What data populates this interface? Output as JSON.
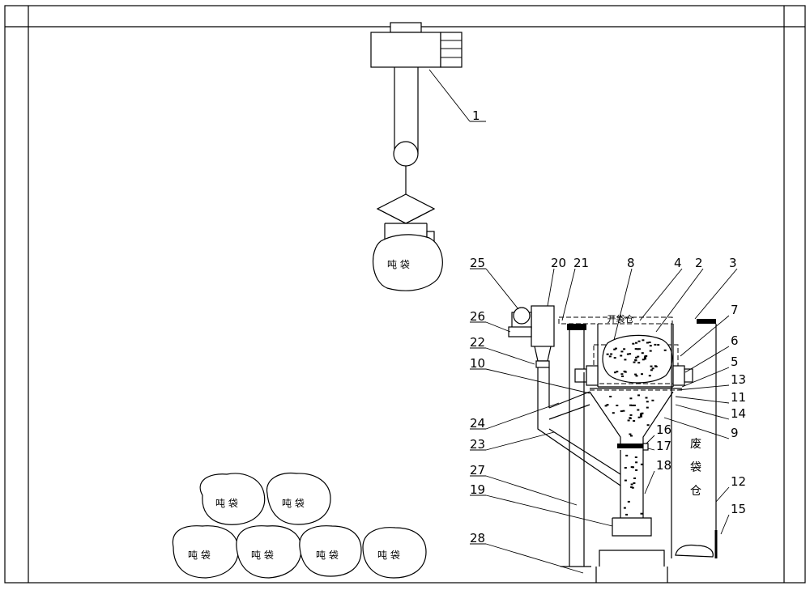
{
  "bag_label": "吨 袋",
  "chamber_label": "开袋仓",
  "waste_bin_label": [
    "废",
    "袋",
    "仓"
  ],
  "callouts": [
    {
      "id": "1",
      "text": "1"
    },
    {
      "id": "2",
      "text": "2"
    },
    {
      "id": "3",
      "text": "3"
    },
    {
      "id": "4",
      "text": "4"
    },
    {
      "id": "5",
      "text": "5"
    },
    {
      "id": "6",
      "text": "6"
    },
    {
      "id": "7",
      "text": "7"
    },
    {
      "id": "8",
      "text": "8"
    },
    {
      "id": "9",
      "text": "9"
    },
    {
      "id": "10",
      "text": "10"
    },
    {
      "id": "11",
      "text": "11"
    },
    {
      "id": "12",
      "text": "12"
    },
    {
      "id": "13",
      "text": "13"
    },
    {
      "id": "14",
      "text": "14"
    },
    {
      "id": "15",
      "text": "15"
    },
    {
      "id": "16",
      "text": "16"
    },
    {
      "id": "17",
      "text": "17"
    },
    {
      "id": "18",
      "text": "18"
    },
    {
      "id": "19",
      "text": "19"
    },
    {
      "id": "20",
      "text": "20"
    },
    {
      "id": "21",
      "text": "21"
    },
    {
      "id": "22",
      "text": "22"
    },
    {
      "id": "23",
      "text": "23"
    },
    {
      "id": "24",
      "text": "24"
    },
    {
      "id": "25",
      "text": "25"
    },
    {
      "id": "26",
      "text": "26"
    },
    {
      "id": "27",
      "text": "27"
    },
    {
      "id": "28",
      "text": "28"
    }
  ]
}
